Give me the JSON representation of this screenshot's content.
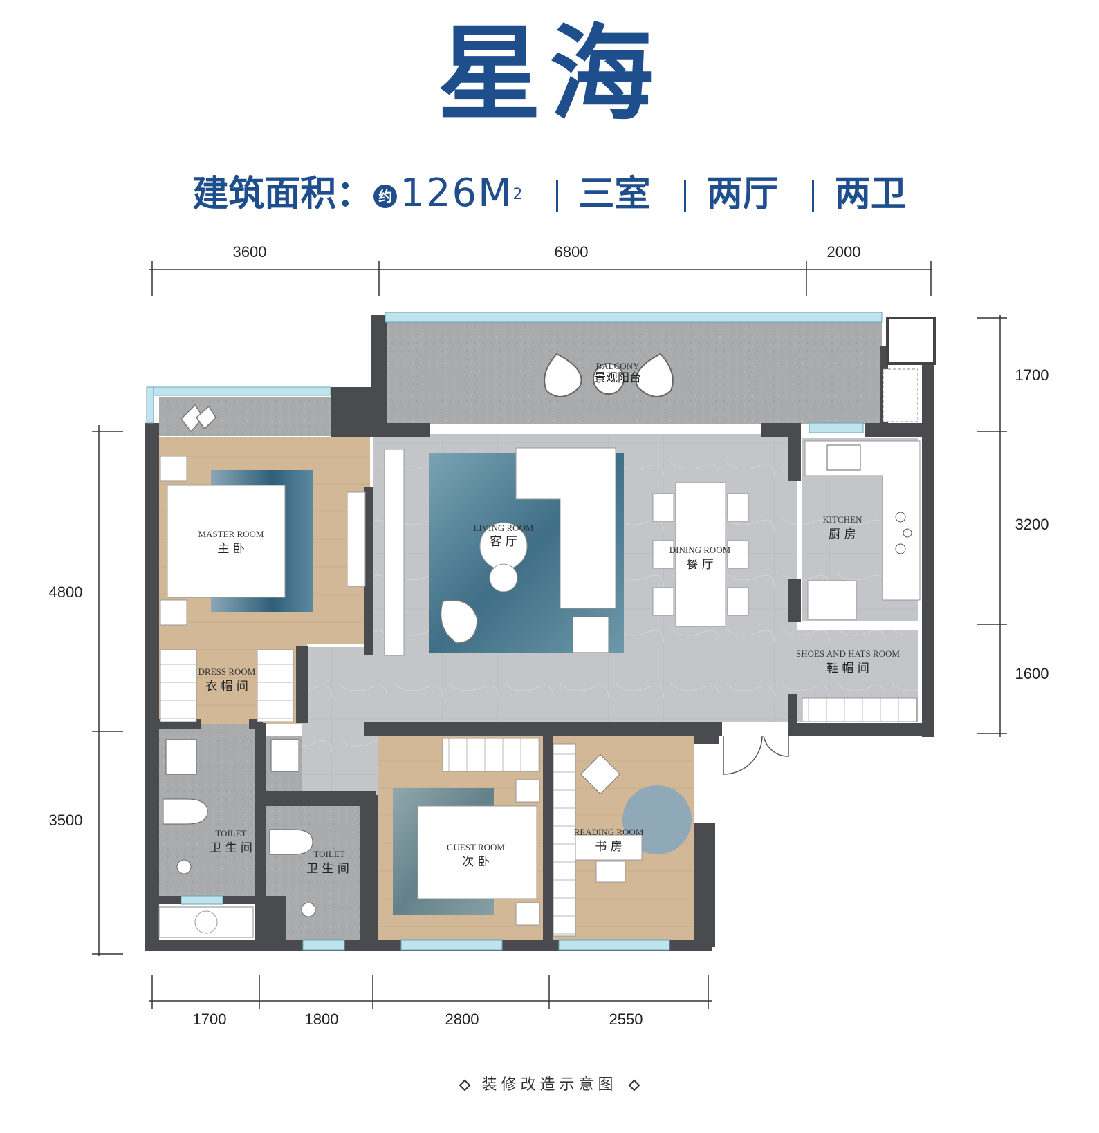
{
  "title": "星海",
  "spec": {
    "area_label": "建筑面积：",
    "approx_badge": "约",
    "area_value": "126M",
    "area_sup": "2",
    "layout_items": [
      "三室",
      "两厅",
      "两卫"
    ]
  },
  "dimensions": {
    "top": [
      "3600",
      "6800",
      "2000"
    ],
    "bottom": [
      "1700",
      "1800",
      "2800",
      "2550"
    ],
    "left": [
      "4800",
      "3500"
    ],
    "right": [
      "1700",
      "3200",
      "1600"
    ]
  },
  "rooms": {
    "balcony": {
      "en": "BALCONY",
      "zh": "景观阳台"
    },
    "master": {
      "en": "MASTER ROOM",
      "zh": "主 卧"
    },
    "living": {
      "en": "LIVING ROOM",
      "zh": "客 厅"
    },
    "dining": {
      "en": "DINING ROOM",
      "zh": "餐 厅"
    },
    "kitchen": {
      "en": "KITCHEN",
      "zh": "厨 房"
    },
    "dress": {
      "en": "DRESS ROOM",
      "zh": "衣 帽 间"
    },
    "shoes": {
      "en": "SHOES AND HATS ROOM",
      "zh": "鞋 帽 间"
    },
    "toilet1": {
      "en": "TOILET",
      "zh": "卫 生 间"
    },
    "toilet2": {
      "en": "TOILET",
      "zh": "卫 生 间"
    },
    "guest": {
      "en": "GUEST ROOM",
      "zh": "次 卧"
    },
    "reading": {
      "en": "READING ROOM",
      "zh": "书 房"
    }
  },
  "colors": {
    "title": "#1f4e8d",
    "wall": "#4a4b4f",
    "wood": "#d2b896",
    "tile": "#c3c5c8",
    "balcony": "#a9abad",
    "glass": "#bfe4ee",
    "rug": "#4f7d93"
  },
  "footer": "装修改造示意图"
}
